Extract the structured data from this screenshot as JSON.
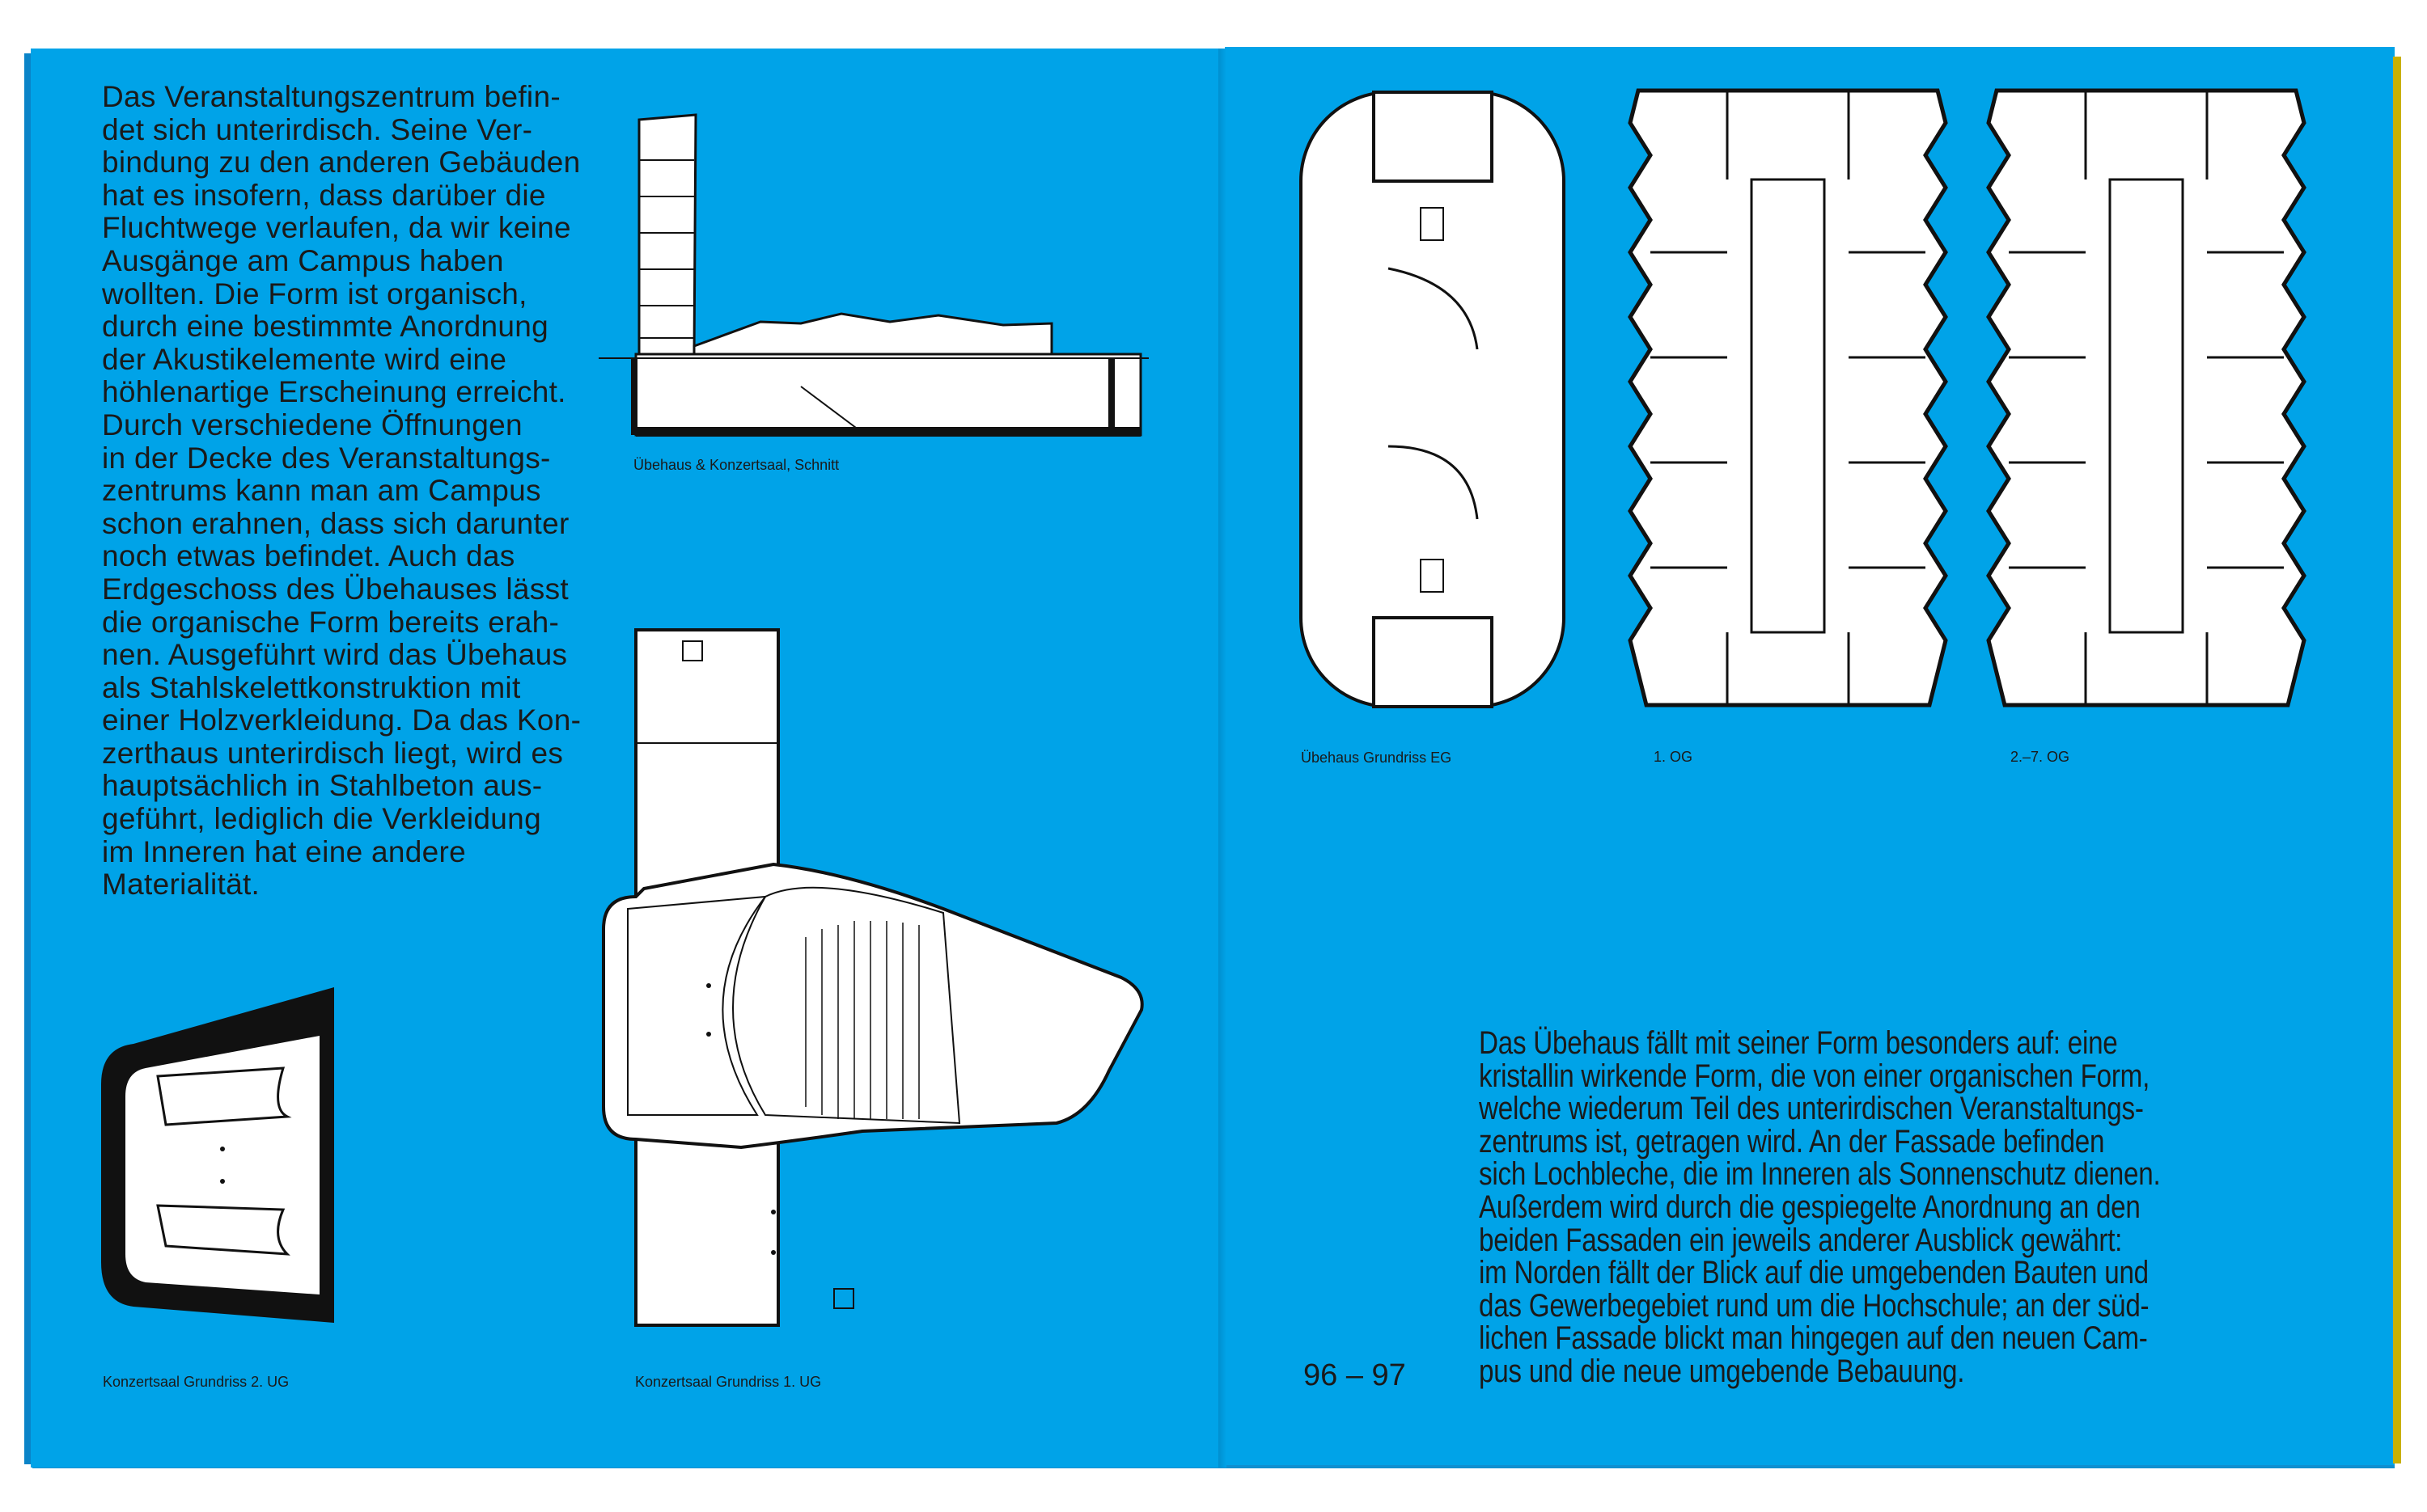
{
  "colors": {
    "page": "#00a3e8",
    "ink": "#1a1a1a",
    "edge_yellow": "#c9b000"
  },
  "left_page": {
    "body_text": "Das Veranstaltungszentrum befin-\ndet sich unterirdisch. Seine Ver-\nbindung zu den anderen Gebäuden\nhat es insofern, dass darüber die\nFluchtwege verlaufen, da wir keine\nAusgänge am Campus haben\nwollten. Die Form ist organisch,\ndurch eine bestimmte Anordnung\nder Akustikelemente wird eine\nhöhlenartige Erscheinung erreicht.\nDurch verschiedene Öffnungen\nin der Decke des Veranstaltungs-\nzentrums kann man am Campus\nschon erahnen, dass sich darunter\nnoch etwas befindet. Auch das\nErdgeschoss des Übehauses lässt\ndie organische Form bereits erah-\nnen. Ausgeführt wird das Übehaus\nals Stahlskelettkonstruktion mit\neiner Holzverkleidung. Da das Kon-\nzerthaus unterirdisch liegt, wird es\nhauptsächlich in Stahlbeton aus-\ngeführt, lediglich die Verkleidung\nim Inneren hat eine andere\nMaterialität.",
    "captions": {
      "section": "Übehaus & Konzertsaal, Schnitt",
      "plan_2ug": "Konzertsaal Grundriss 2. UG",
      "plan_1ug": "Konzertsaal Grundriss 1. UG"
    }
  },
  "right_page": {
    "captions": {
      "eg": "Übehaus Grundriss EG",
      "og1": "1. OG",
      "og27": "2.–7. OG"
    },
    "body_text": "Das Übehaus fällt mit seiner Form besonders auf: eine\nkristallin wirkende Form, die von einer organischen Form,\nwelche wiederum Teil des unterirdischen Veranstaltungs-\nzentrums ist, getragen wird. An der Fassade befinden\nsich Lochbleche, die im Inneren als Sonnenschutz dienen.\nAußerdem wird durch die gespiegelte Anordnung an den\nbeiden Fassaden ein jeweils anderer Ausblick gewährt:\nim Norden fällt der Blick auf die umgebenden Bauten und\ndas Gewerbegebiet rund um die Hochschule; an der süd-\nlichen Fassade blickt man hingegen auf den neuen Cam-\npus und die neue umgebende Bebauung.",
    "page_numbers": "96 – 97"
  }
}
